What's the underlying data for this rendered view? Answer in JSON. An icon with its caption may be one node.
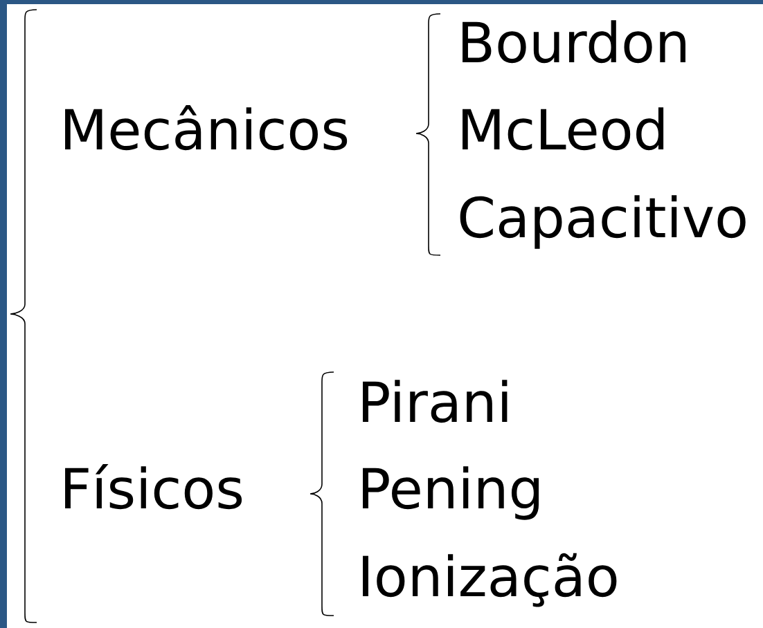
{
  "diagram": {
    "labels": [
      "Bourdon",
      "Mecânicos",
      "McLeod",
      "Capacitivo",
      "Pirani",
      "Físicos",
      "Pening",
      "Ionização"
    ]
  }
}
